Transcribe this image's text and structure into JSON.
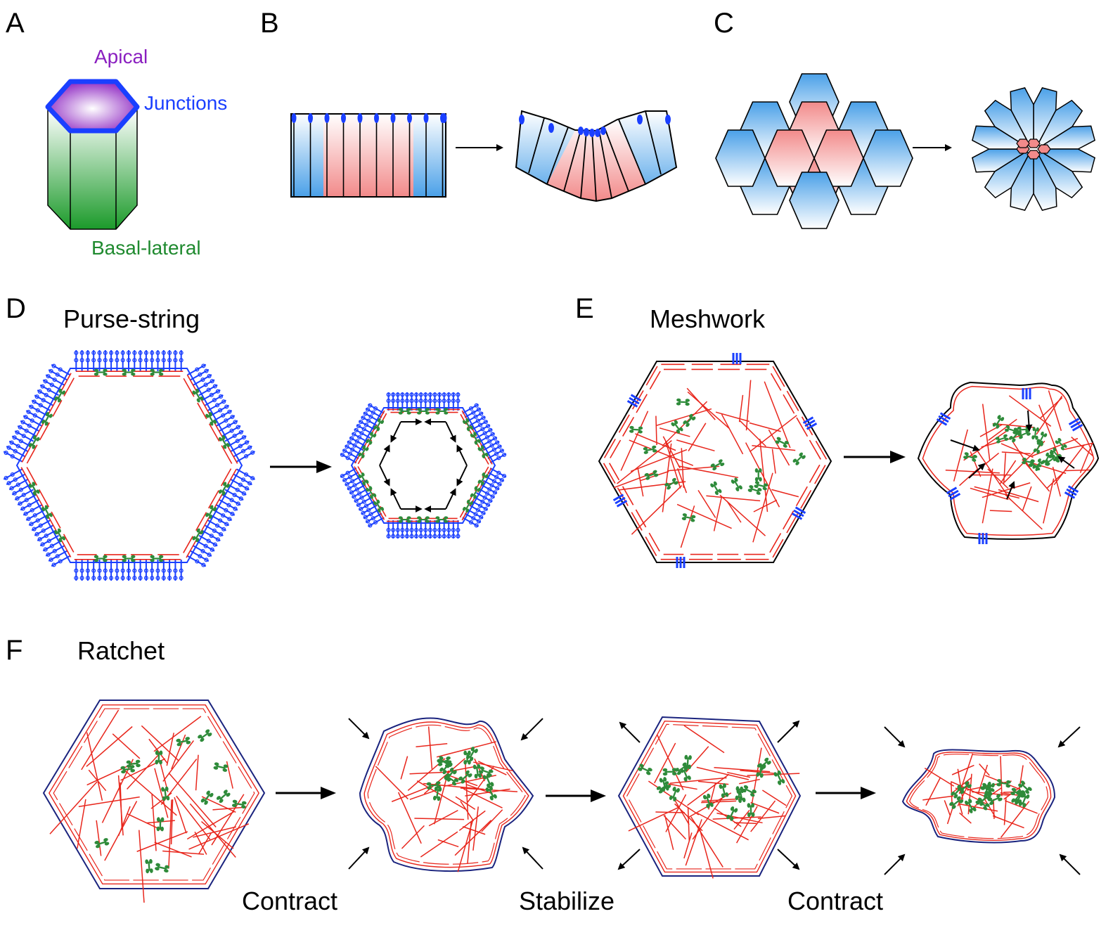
{
  "panels": {
    "A": {
      "letter": "A",
      "labels": {
        "apical": "Apical",
        "junctions": "Junctions",
        "basal_lateral": "Basal-lateral"
      }
    },
    "B": {
      "letter": "B"
    },
    "C": {
      "letter": "C"
    },
    "D": {
      "letter": "D",
      "title": "Purse-string"
    },
    "E": {
      "letter": "E",
      "title": "Meshwork"
    },
    "F": {
      "letter": "F",
      "title": "Ratchet",
      "steps": [
        "Contract",
        "Stabilize",
        "Contract"
      ]
    }
  },
  "colors": {
    "apical": "#8a1fc0",
    "junction": "#1a3fff",
    "basal": "#1f8a2f",
    "actin": "#e8261c",
    "myosin": "#2e8b3a",
    "cell_blue": "#4aa0e8",
    "cell_red": "#f28a8a",
    "membrane": "#1a237e"
  }
}
